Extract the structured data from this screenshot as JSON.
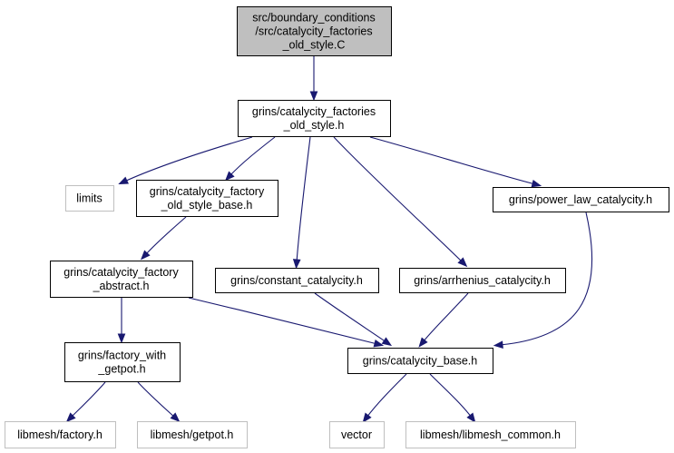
{
  "diagram": {
    "nodes": {
      "root": [
        "src/boundary_conditions",
        "/src/catalycity_factories",
        "_old_style.C"
      ],
      "factories_h": [
        "grins/catalycity_factories",
        "_old_style.h"
      ],
      "limits": [
        "limits"
      ],
      "factory_old_style_base": [
        "grins/catalycity_factory",
        "_old_style_base.h"
      ],
      "power_law": [
        "grins/power_law_catalycity.h"
      ],
      "factory_abstract": [
        "grins/catalycity_factory",
        "_abstract.h"
      ],
      "constant": [
        "grins/constant_catalycity.h"
      ],
      "arrhenius": [
        "grins/arrhenius_catalycity.h"
      ],
      "factory_with_getpot": [
        "grins/factory_with",
        "_getpot.h"
      ],
      "catalycity_base": [
        "grins/catalycity_base.h"
      ],
      "libmesh_factory": [
        "libmesh/factory.h"
      ],
      "libmesh_getpot": [
        "libmesh/getpot.h"
      ],
      "vector": [
        "vector"
      ],
      "libmesh_common": [
        "libmesh/libmesh_common.h"
      ]
    },
    "edges": [
      [
        "root",
        "factories_h"
      ],
      [
        "factories_h",
        "limits"
      ],
      [
        "factories_h",
        "factory_old_style_base"
      ],
      [
        "factories_h",
        "constant"
      ],
      [
        "factories_h",
        "arrhenius"
      ],
      [
        "factories_h",
        "power_law"
      ],
      [
        "factory_old_style_base",
        "factory_abstract"
      ],
      [
        "factory_abstract",
        "factory_with_getpot"
      ],
      [
        "factory_abstract",
        "catalycity_base"
      ],
      [
        "constant",
        "catalycity_base"
      ],
      [
        "arrhenius",
        "catalycity_base"
      ],
      [
        "power_law",
        "catalycity_base"
      ],
      [
        "factory_with_getpot",
        "libmesh_factory"
      ],
      [
        "factory_with_getpot",
        "libmesh_getpot"
      ],
      [
        "catalycity_base",
        "vector"
      ],
      [
        "catalycity_base",
        "libmesh_common"
      ]
    ],
    "colors": {
      "edge": "#191970",
      "root_fill": "#bfbfbf",
      "external_border": "#bfbfbf"
    }
  }
}
